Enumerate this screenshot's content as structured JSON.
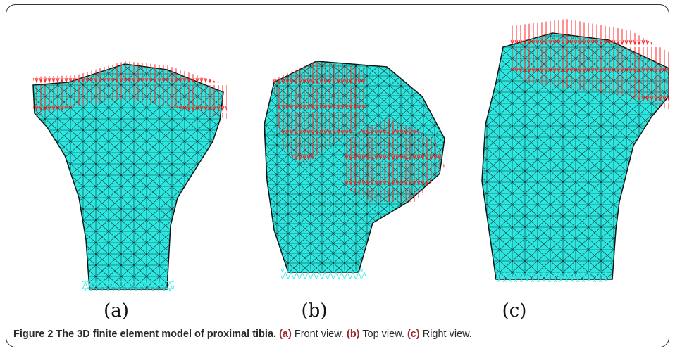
{
  "figure": {
    "panels": [
      {
        "id": "a",
        "label": "(a)",
        "view": "Front view."
      },
      {
        "id": "b",
        "label": "(b)",
        "view": "Top view."
      },
      {
        "id": "c",
        "label": "(c)",
        "view": "Right view."
      }
    ],
    "caption": {
      "title": "Figure 2 The 3D finite element model of proximal tibia.",
      "ref_a": "(a)",
      "text_a": " Front view. ",
      "ref_b": "(b)",
      "text_b": " Top view. ",
      "ref_c": "(c)",
      "text_c": " Right view."
    },
    "colors": {
      "mesh_fill": "#2ee6e0",
      "mesh_lines": "#0a2a2a",
      "load_arrows": "#ff1a1a",
      "constraint_marks": "#3ff0f0",
      "border": "#333333"
    }
  }
}
